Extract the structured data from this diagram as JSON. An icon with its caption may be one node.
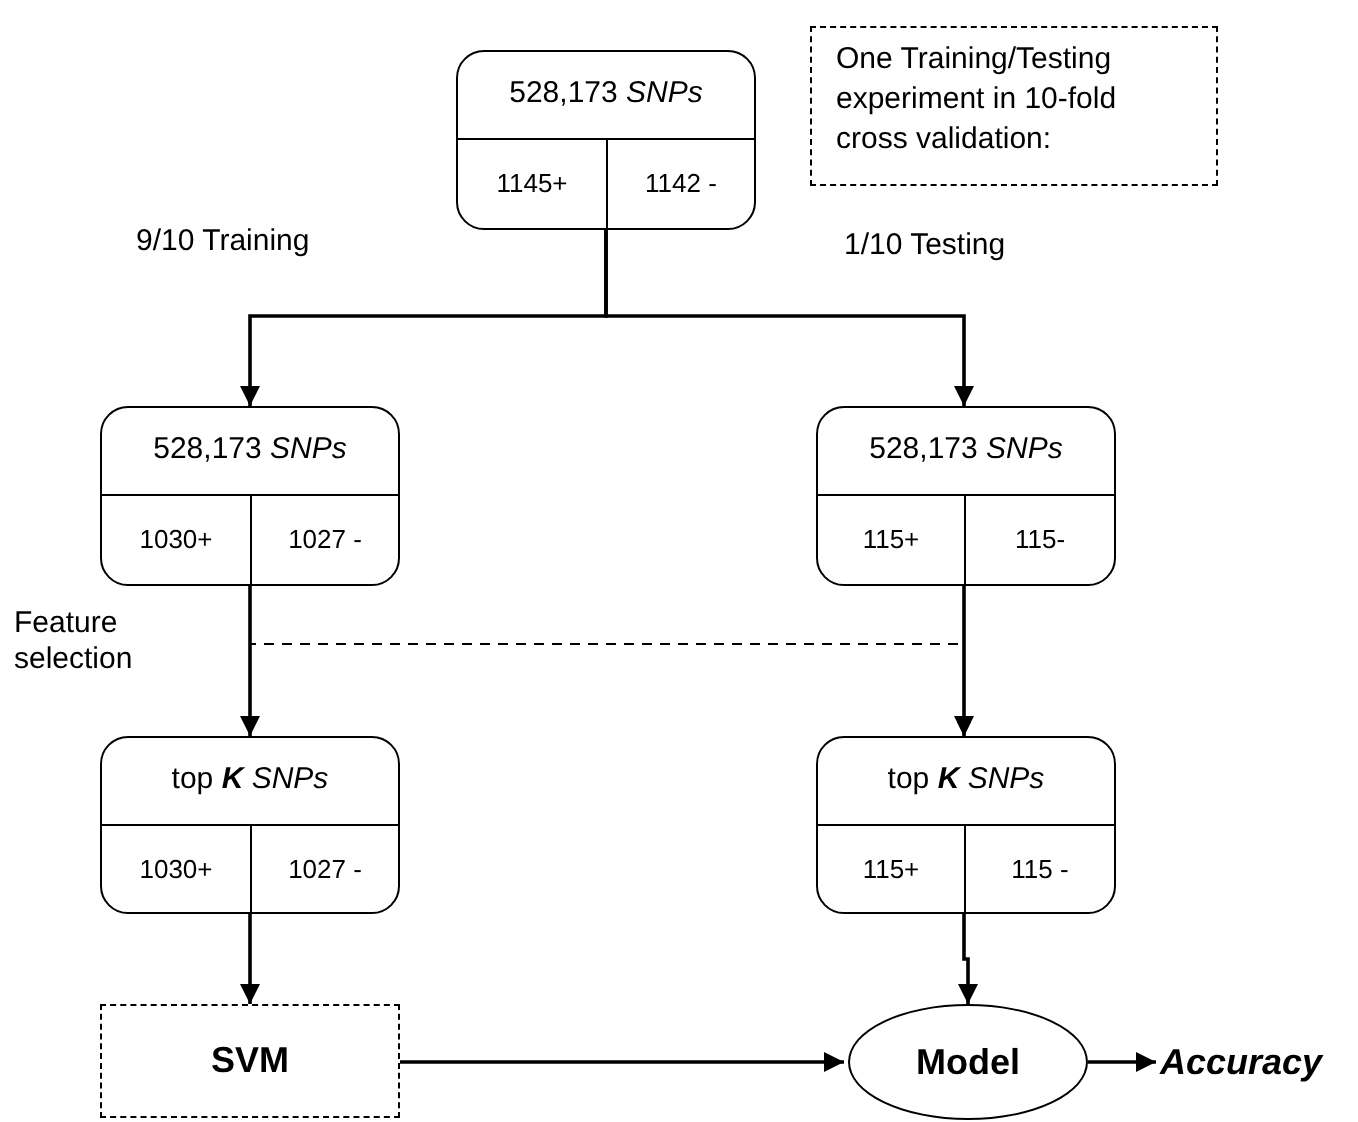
{
  "diagram": {
    "nodes": [
      {
        "text": [
          "528,173 *SNPs*",
          "1145+",
          "1142 -"
        ]
      },
      {
        "text": [
          "528,173 *SNPs*",
          "1030+",
          "1027 -"
        ]
      },
      {
        "text": [
          "528,173 *SNPs*",
          "115+",
          "115-"
        ]
      },
      {
        "text": [
          "top **K** *SNPs*",
          "1030+",
          "1027 -"
        ]
      },
      {
        "text": [
          "top **K** *SNPs*",
          "115+",
          "115 -"
        ]
      },
      {
        "text": [
          "SVM"
        ]
      },
      {
        "text": [
          "Model"
        ]
      },
      {
        "text": [
          "Accuracy"
        ]
      },
      {
        "text": [
          "One Training/Testing experiment in 10-fold cross validation:"
        ]
      }
    ],
    "edges": [
      {
        "from": 0,
        "to": 1,
        "arrow": "to",
        "label": "9/10 Training"
      },
      {
        "from": 0,
        "to": 2,
        "arrow": "to",
        "label": "1/10 Testing"
      },
      {
        "from": 1,
        "to": 3,
        "arrow": "to",
        "label": "Feature selection"
      },
      {
        "from": 1,
        "to": 4,
        "arrow": "to",
        "style": "dashed"
      },
      {
        "from": 2,
        "to": 4,
        "arrow": "to"
      },
      {
        "from": 3,
        "to": 5,
        "arrow": "to"
      },
      {
        "from": 4,
        "to": 6,
        "arrow": "to"
      },
      {
        "from": 5,
        "to": 6,
        "arrow": "to"
      },
      {
        "from": 6,
        "to": 7,
        "arrow": "to"
      }
    ]
  }
}
